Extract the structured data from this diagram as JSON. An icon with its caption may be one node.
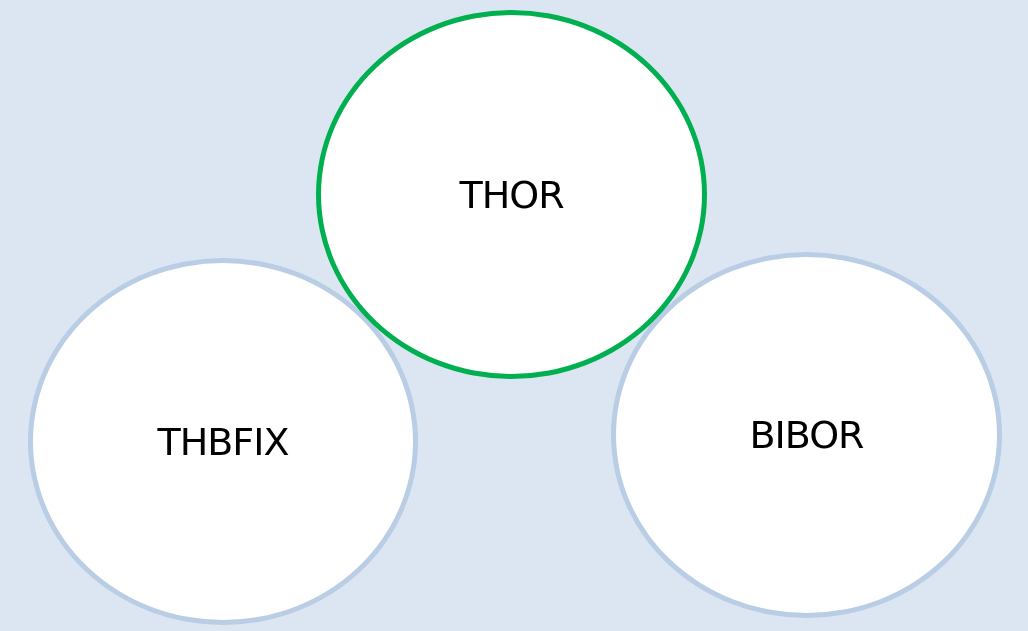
{
  "diagram": {
    "nodes": [
      {
        "text": [
          "THOR"
        ]
      },
      {
        "text": [
          "THBFIX"
        ]
      },
      {
        "text": [
          "BIBOR"
        ]
      }
    ]
  }
}
